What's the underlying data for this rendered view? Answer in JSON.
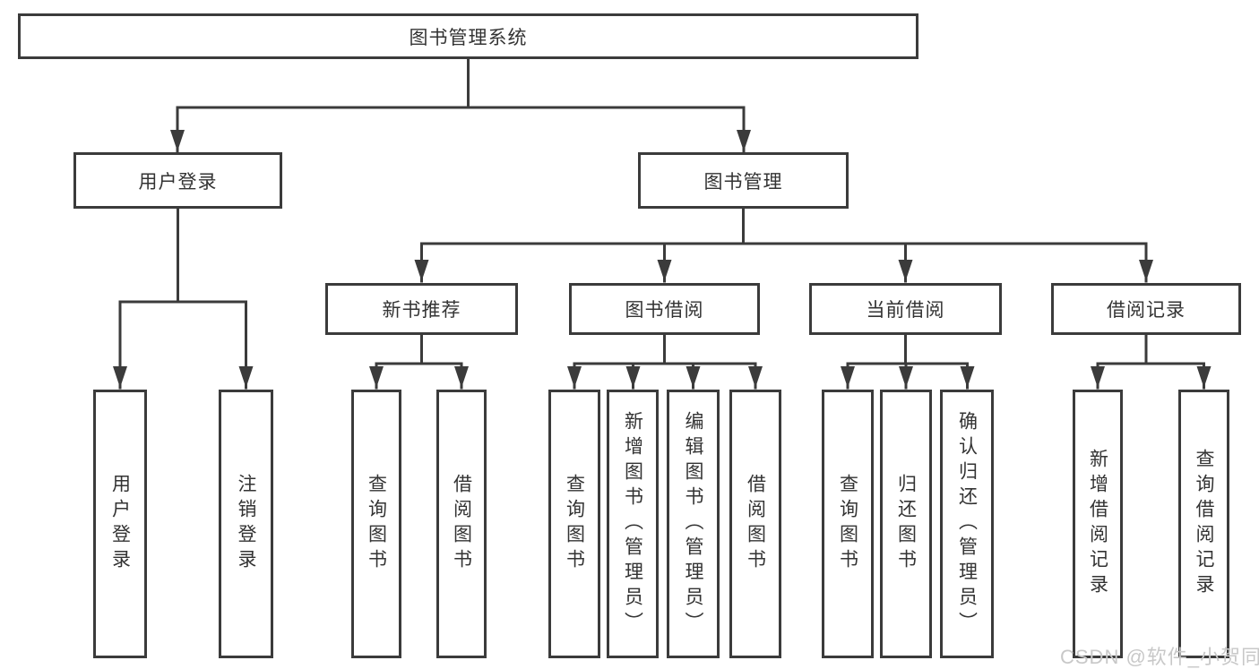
{
  "diagram_title": "图书管理系统",
  "tree": {
    "label": "图书管理系统",
    "children": [
      {
        "label": "用户登录",
        "children": [
          {
            "label": "用户登录"
          },
          {
            "label": "注销登录"
          }
        ]
      },
      {
        "label": "图书管理",
        "children": [
          {
            "label": "新书推荐",
            "children": [
              {
                "label": "查询图书"
              },
              {
                "label": "借阅图书"
              }
            ]
          },
          {
            "label": "图书借阅",
            "children": [
              {
                "label": "查询图书"
              },
              {
                "label": "新增图书（管理员）"
              },
              {
                "label": "编辑图书（管理员）"
              },
              {
                "label": "借阅图书"
              }
            ]
          },
          {
            "label": "当前借阅",
            "children": [
              {
                "label": "查询图书"
              },
              {
                "label": "归还图书"
              },
              {
                "label": "确认归还（管理员）"
              }
            ]
          },
          {
            "label": "借阅记录",
            "children": [
              {
                "label": "新增借阅记录"
              },
              {
                "label": "查询借阅记录"
              }
            ]
          }
        ]
      }
    ]
  },
  "watermark": {
    "text": "CSDN @软件_小贺同学"
  },
  "colors": {
    "line": "#3b3b3b",
    "box_border": "#3b3b3b",
    "text": "#333333",
    "watermark": "#c8c8c8",
    "background": "#ffffff"
  }
}
